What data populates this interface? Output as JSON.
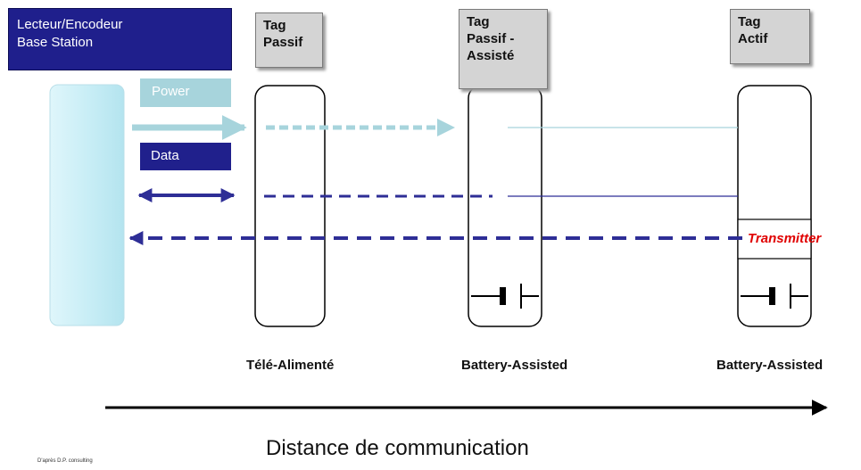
{
  "reader": {
    "line1": "Lecteur/Encodeur",
    "line2": "Base Station"
  },
  "tags": {
    "passif": {
      "line1": "Tag",
      "line2": "Passif"
    },
    "assiste": {
      "line1": "Tag",
      "line2": "Passif -",
      "line3": "Assisté"
    },
    "actif": {
      "line1": "Tag",
      "line2": "Actif"
    }
  },
  "legend": {
    "power": "Power",
    "data": "Data"
  },
  "bottom_labels": [
    "Télé-Alimenté",
    "Battery-Assisted",
    "Battery-Assisted"
  ],
  "transmitter": "Transmitter",
  "axis_title": "Distance de communication",
  "credit": "D'après D.P. consulting",
  "colors": {
    "reader_fill": "#1f1f8c",
    "power_arrow": "#a7d4dc",
    "data_arrow": "#2e2e96",
    "transmitter_text": "#e00000",
    "tag_fill": "#d4d4d4"
  }
}
